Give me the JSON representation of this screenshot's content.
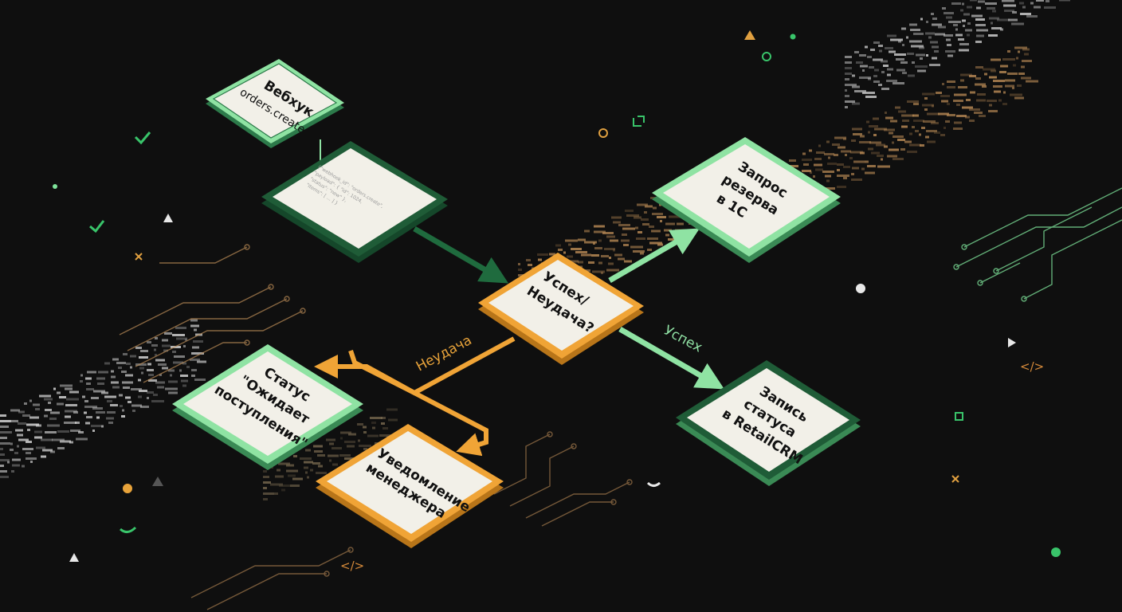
{
  "colors": {
    "background": "#0f0f0f",
    "green_node_fill": "#f2f0e8",
    "green_node_border": "#7ee39a",
    "dark_green_border": "#1f5c37",
    "orange_node_border": "#f0a436",
    "success_arrow": "#8fe3a3",
    "webhook_arrow": "#1f6b3e",
    "failure_arrow": "#f0a436"
  },
  "nodes": {
    "webhook": {
      "label": "Вебхук",
      "sub": "orders.create"
    },
    "payload": {
      "icon": "code-snippet-icon"
    },
    "decision": {
      "line1": "Успех/",
      "line2": "Неудача?"
    },
    "reserve": {
      "line1": "Запрос",
      "line2": "резерва",
      "line3": "в 1С"
    },
    "record": {
      "line1": "Запись",
      "line2": "статуса",
      "line3": "в RetailCRM"
    },
    "status": {
      "line1": "Статус",
      "line2": "\"Ожидает",
      "line3": "поступления\""
    },
    "notify": {
      "line1": "Уведомление",
      "line2": "менеджера"
    }
  },
  "edges": {
    "success_label": "Успех",
    "failure_label": "Неудача"
  },
  "decorations": {
    "code_tag_1": "</>",
    "code_tag_2": "</>"
  }
}
